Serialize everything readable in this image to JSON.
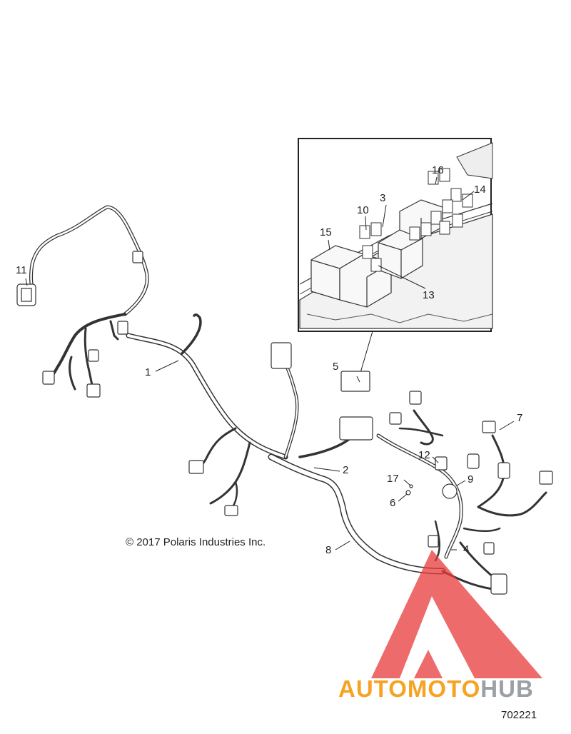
{
  "callouts": {
    "c1": "1",
    "c2": "2",
    "c3": "3",
    "c4": "4",
    "c5": "5",
    "c6": "6",
    "c7": "7",
    "c8": "8",
    "c9": "9",
    "c10": "10",
    "c11": "11",
    "c12": "12",
    "c13": "13",
    "c14": "14",
    "c15": "15",
    "c16": "16",
    "c17": "17"
  },
  "copyright": "© 2017 Polaris Industries Inc.",
  "diagram_id": "702221",
  "watermark": {
    "part1": "AUTO",
    "part2": "MOTO",
    "part3": "HUB",
    "colors": {
      "triangle": "#e8393a",
      "text": "#f6a323",
      "text_gray": "#9aa0a6"
    }
  },
  "icons": {
    "logo": "triangle-logo-icon"
  }
}
